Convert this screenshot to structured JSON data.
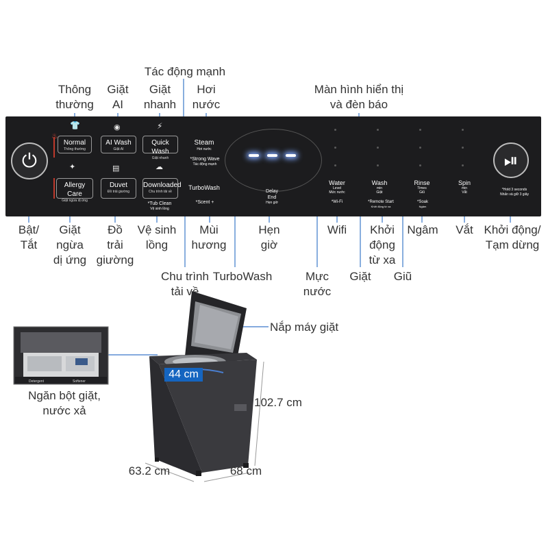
{
  "callouts": {
    "thong_thuong": "Thông\nthường",
    "giat_ai": "Giặt\nAI",
    "giat_nhanh": "Giặt\nnhanh",
    "tac_dong_manh": "Tác động mạnh",
    "hoi_nuoc": "Hơi\nnước",
    "man_hinh": "Màn hình hiển thị\nvà đèn báo",
    "bat_tat": "Bật/\nTắt",
    "giat_nguadi_ung": "Giặt\nngừa\ndị ứng",
    "do_trai_giuong": "Đồ\ntrải\ngiường",
    "ve_sinh_long": "Vệ sinh\nlồng",
    "mui_huong": "Mùi\nhương",
    "hen_gio": "Hẹn\ngiờ",
    "wifi": "Wifi",
    "khoi_dong_tu_xa": "Khởi\nđộng\ntừ xa",
    "ngam": "Ngâm",
    "vat": "Vắt",
    "khoi_dong_tam_dung": "Khởi động/\nTạm dừng",
    "chu_trinh_tai_ve": "Chu trình\ntải về",
    "turbowash": "TurboWash",
    "muc_nuoc": "Mực\nnước",
    "giat": "Giặt",
    "giu": "Giũ"
  },
  "panel": {
    "normal": {
      "main": "Normal",
      "sub": "Thông thường"
    },
    "aiwash": {
      "main": "AI Wash",
      "sub": "Giặt AI"
    },
    "quickwash": {
      "main": "Quick Wash",
      "sub": "Giặt nhanh"
    },
    "steam": {
      "main": "Steam",
      "sub": "Hơi nước"
    },
    "strong_wave": {
      "main": "*Strong Wave",
      "sub": "Tác động mạnh"
    },
    "allergy": {
      "main": "Allergy Care",
      "sub": "Giặt ngừa dị ứng"
    },
    "duvet": {
      "main": "Duvet",
      "sub": "Đồ trải giường"
    },
    "downloaded": {
      "main": "Downloaded",
      "sub": "Chu trình tải về"
    },
    "tubclean": {
      "main": "*Tub Clean",
      "sub": "Vệ sinh lồng"
    },
    "turbowash": "TurboWash",
    "scent": "*Scent +",
    "delay": {
      "line1": "Delay",
      "line2": "End",
      "sub": "Hẹn giờ"
    },
    "water": {
      "main": "Water",
      "l2": "Level",
      "l3": "Mức nước"
    },
    "wifi": "*Wi-Fi",
    "wash": {
      "main": "Wash",
      "l2": "min",
      "l3": "Giặt"
    },
    "remote": {
      "main": "*Remote Start",
      "sub": "Khởi động từ xa"
    },
    "rinse": {
      "main": "Rinse",
      "l2": "Times",
      "l3": "Giũ"
    },
    "soak": {
      "main": "*Soak",
      "sub": "Ngâm"
    },
    "spin": {
      "main": "Spin",
      "l2": "min",
      "l3": "Vắt"
    },
    "hold": {
      "line1": "*Hold 3 seconds",
      "line2": "Nhấn và giữ 3 giây"
    },
    "power_glyph": "⏻",
    "play_glyph": "⏯"
  },
  "machine": {
    "lid_label": "Nắp máy giặt",
    "drawer_label": "Ngăn bột giặt,\nnước xả",
    "drum_diameter": "44 cm",
    "height": "102.7 cm",
    "depth": "63.2 cm",
    "width": "68 cm",
    "drawer_left": "Detergent",
    "drawer_right": "Softener"
  },
  "colors": {
    "panel_bg": "#1c1c1e",
    "display_box": "#2a6fd6",
    "dim_highlight": "#1565c0"
  }
}
